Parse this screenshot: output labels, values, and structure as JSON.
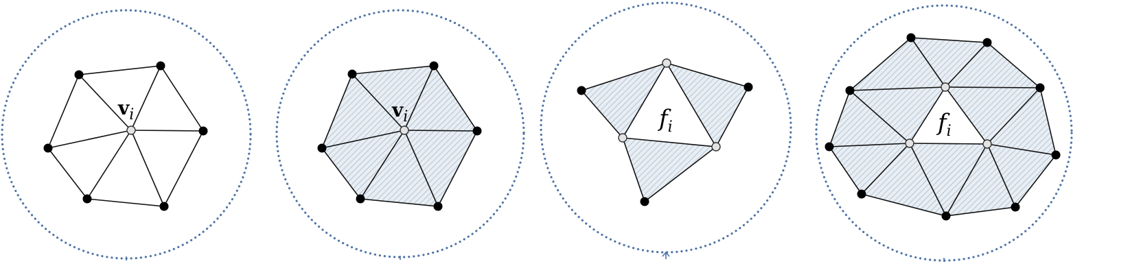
{
  "panels": [
    {
      "id": "vertex-neighborhood",
      "label": {
        "main": "v",
        "sub": "i",
        "style": "bold"
      },
      "highlighted_faces": false
    },
    {
      "id": "vertex-one-ring-faces",
      "label": {
        "main": "v",
        "sub": "i",
        "style": "bold"
      },
      "highlighted_faces": true
    },
    {
      "id": "face-neighbors",
      "label": {
        "main": "f",
        "sub": "i",
        "style": "italic"
      },
      "highlighted_faces": true
    },
    {
      "id": "face-one-ring",
      "label": {
        "main": "f",
        "sub": "i",
        "style": "italic"
      },
      "highlighted_faces": true
    }
  ],
  "colors": {
    "circle": "#4f74a6",
    "hatch_fill": "#e8eef3",
    "hatch_line": "#9fb3c8",
    "vertex_black": "#000000",
    "vertex_gray": "#e3e3e3"
  }
}
